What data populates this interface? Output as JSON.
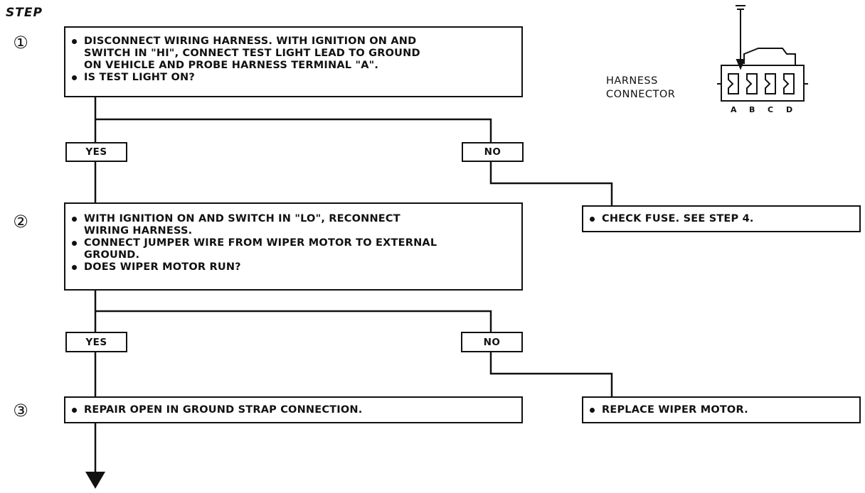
{
  "header": {
    "step_label": "STEP"
  },
  "steps": [
    {
      "number": "①",
      "lines": [
        "DISCONNECT WIRING HARNESS. WITH IGNITION ON AND\nSWITCH IN \"HI\", CONNECT TEST LIGHT LEAD TO GROUND\nON VEHICLE AND PROBE HARNESS TERMINAL \"A\".",
        "IS TEST LIGHT ON?"
      ]
    },
    {
      "number": "②",
      "lines": [
        "WITH IGNITION ON AND SWITCH IN \"LO\", RECONNECT\nWIRING HARNESS.",
        "CONNECT JUMPER WIRE FROM WIPER MOTOR TO EXTERNAL\nGROUND.",
        "DOES WIPER MOTOR RUN?"
      ]
    },
    {
      "number": "③",
      "lines": [
        "REPAIR OPEN IN GROUND STRAP CONNECTION."
      ]
    }
  ],
  "branches": {
    "step1_yes": "YES",
    "step1_no": "NO",
    "step2_yes": "YES",
    "step2_no": "NO"
  },
  "results": {
    "check_fuse": "CHECK FUSE. SEE STEP 4.",
    "replace_motor": "REPLACE WIPER MOTOR."
  },
  "connector": {
    "label": "HARNESS\nCONNECTOR",
    "pins": [
      "A",
      "B",
      "C",
      "D"
    ]
  }
}
